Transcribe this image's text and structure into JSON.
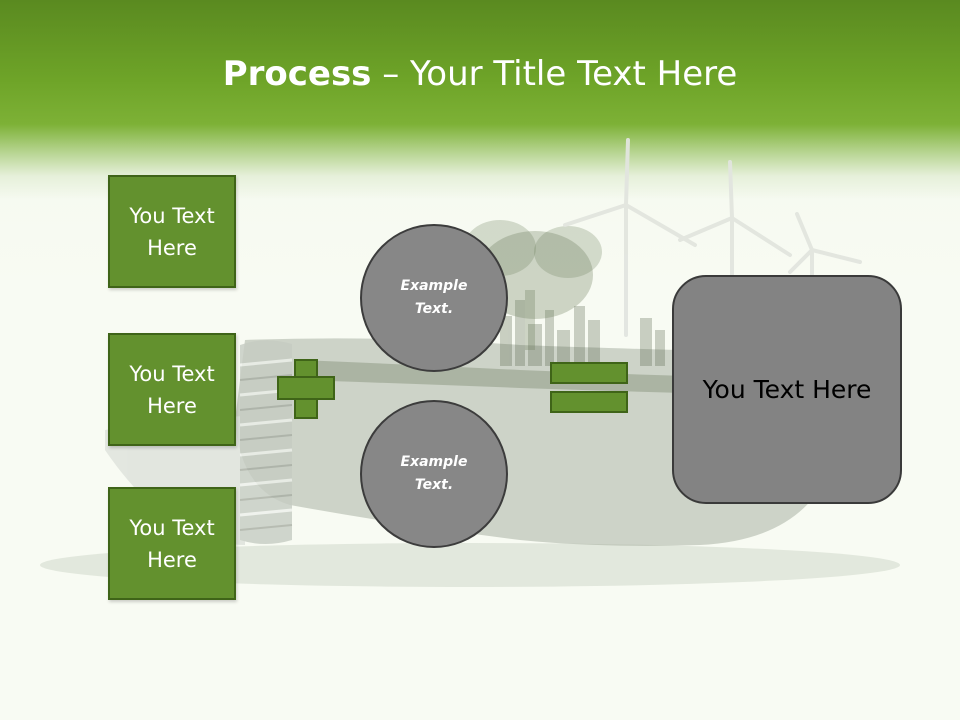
{
  "slide": {
    "title_bold": "Process",
    "title_rest": " – Your Title Text Here"
  },
  "inputs": [
    {
      "label": "You Text Here"
    },
    {
      "label": "You Text Here"
    },
    {
      "label": "You Text Here"
    }
  ],
  "operands": [
    {
      "label": "Example Text."
    },
    {
      "label": "Example Text."
    }
  ],
  "result": {
    "label": "You Text Here"
  },
  "colors": {
    "header_green": "#6ea428",
    "box_green": "#63912e",
    "box_border": "#3f6418",
    "circle_gray": "#878787",
    "result_gray": "#838383"
  },
  "icons": {
    "plus": "plus-icon",
    "equals": "equals-icon"
  }
}
